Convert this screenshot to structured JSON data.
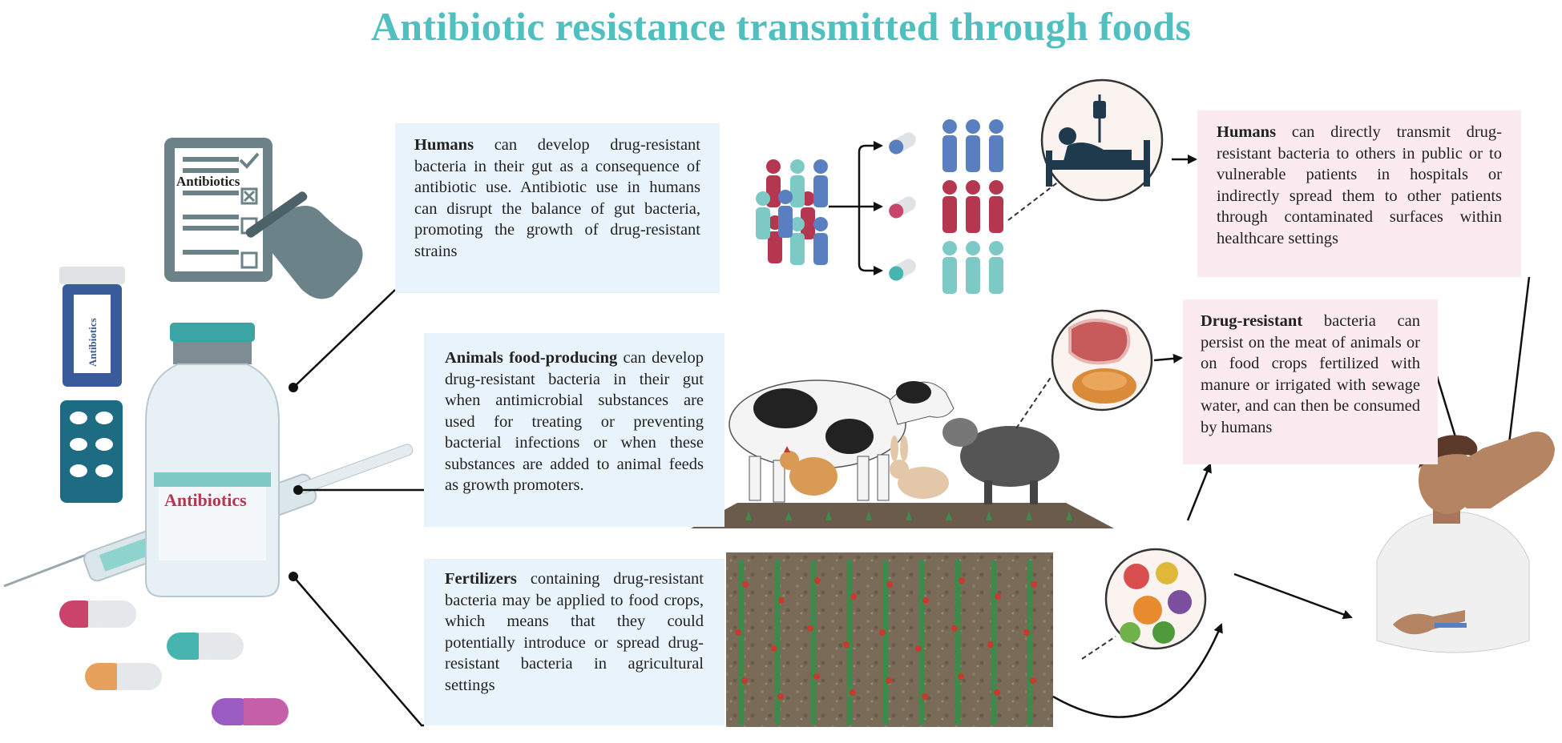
{
  "title": "Antibiotic resistance transmitted through foods",
  "labels": {
    "checklist": "Antibiotics",
    "bottle": "Antibiotics",
    "vial": "Antibiotics"
  },
  "boxes": {
    "humans_gut": {
      "bold": "Humans",
      "text": " can develop drug-resistant bacteria in their gut as a consequence of antibiotic use. Antibiotic use in humans can disrupt the balance of gut bacteria, promoting the growth of drug-resistant strains"
    },
    "animals": {
      "bold": "Animals food-producing",
      "text": " can develop drug-resistant bacteria in their gut when antimicrobial substances are used for treating or preventing bacterial infections or when these substances are added to animal feeds as growth promoters."
    },
    "fertilizers": {
      "bold": "Fertilizers",
      "text": " containing drug-resistant bacteria may be applied to food crops, which means that they could potentially introduce or spread drug-resistant bacteria in agricultural settings"
    },
    "humans_transmit": {
      "bold": "Humans",
      "text": " can directly transmit drug-resistant bacteria to others in public or to vulnerable patients in hospitals or indirectly spread them to other patients through contaminated surfaces within healthcare settings"
    },
    "drug_resistant": {
      "bold": "Drug-resistant",
      "text": " bacteria can persist on the meat of animals or on food crops fertilized with manure or irrigated with sewage water, and can then be consumed by humans"
    }
  },
  "colors": {
    "title": "#4fbfbf",
    "blue_box": "#e9f3fb",
    "pink_box": "#fbeaf0",
    "people_red": "#b5374f",
    "people_blue": "#5a7fc0",
    "people_teal": "#7dc9c5"
  }
}
